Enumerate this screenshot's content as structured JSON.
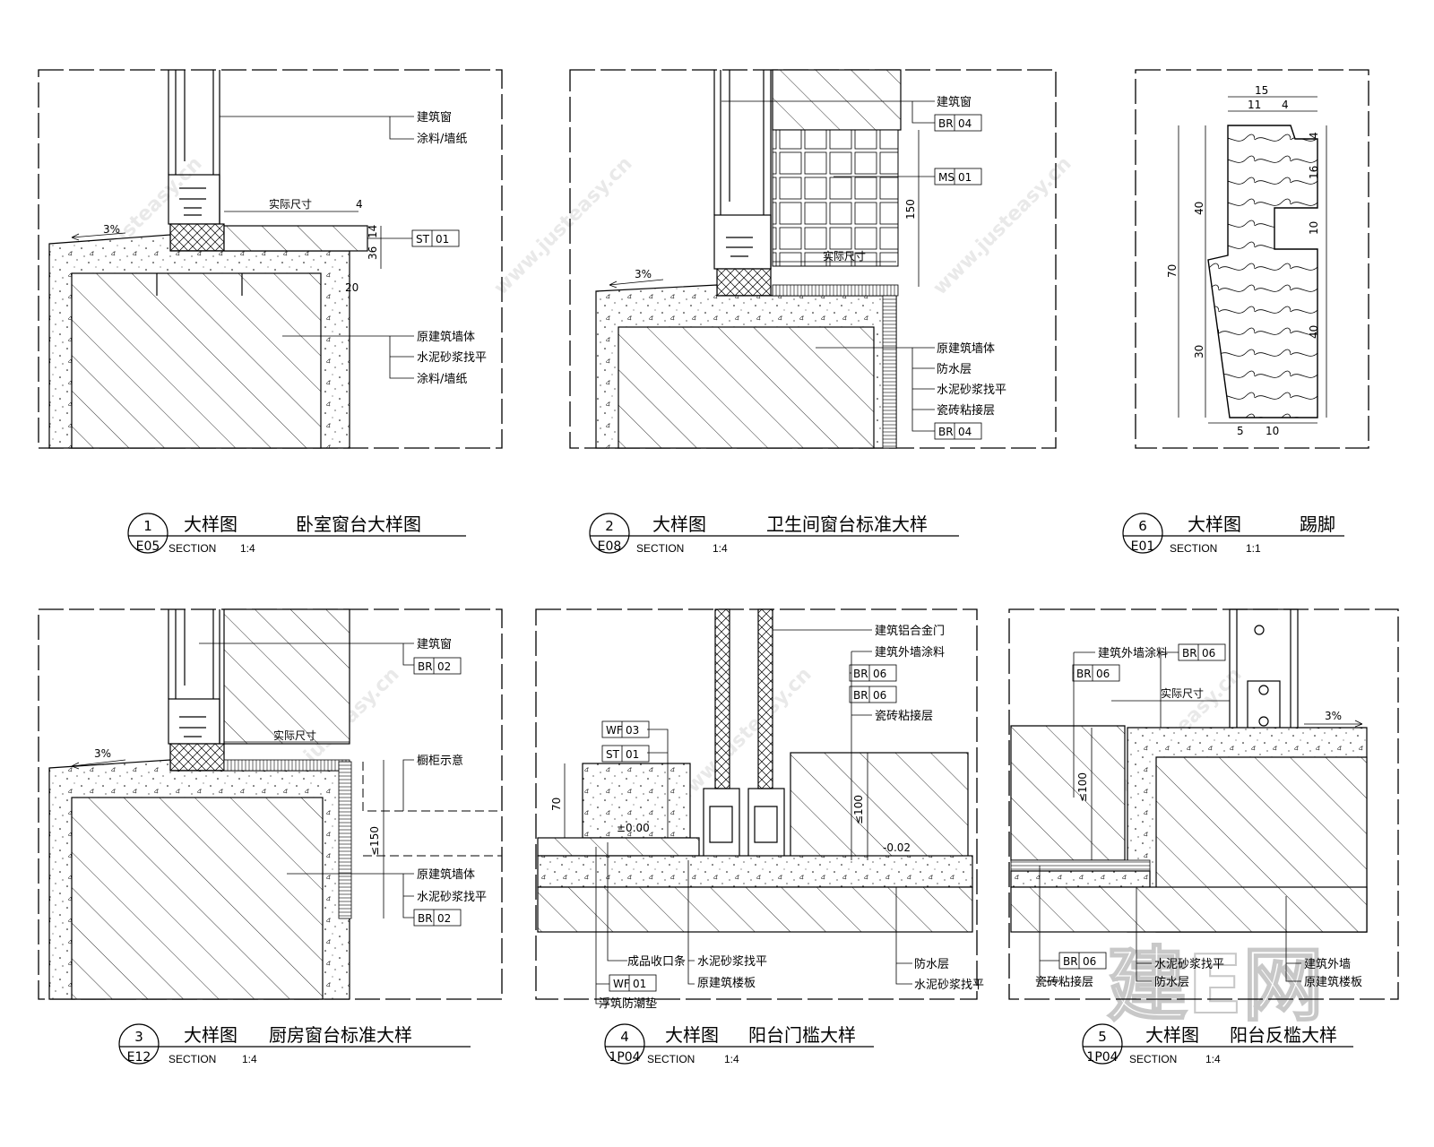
{
  "watermark": {
    "site": "www.justeasy.cn",
    "brand": "建E网"
  },
  "panels": [
    {
      "number": "1",
      "code": "E05",
      "type": "大样图",
      "name": "卧室窗台大样图",
      "section": "SECTION",
      "scale": "1:4",
      "labels": [
        "建筑窗",
        "涂料/墙纸",
        "原建筑墙体",
        "水泥砂浆找平",
        "涂料/墙纸"
      ],
      "tags": [
        {
          "code": "ST",
          "num": "01"
        }
      ],
      "dims": [
        "实际尺寸",
        "3%",
        "4",
        "14",
        "36",
        "20"
      ]
    },
    {
      "number": "2",
      "code": "E08",
      "type": "大样图",
      "name": "卫生间窗台标准大样",
      "section": "SECTION",
      "scale": "1:4",
      "labels": [
        "建筑窗",
        "原建筑墙体",
        "防水层",
        "水泥砂浆找平",
        "瓷砖粘接层"
      ],
      "tags": [
        {
          "code": "BR",
          "num": "04"
        },
        {
          "code": "MS",
          "num": "01"
        },
        {
          "code": "BR",
          "num": "04"
        }
      ],
      "dims": [
        "实际尺寸",
        "3%",
        "150"
      ]
    },
    {
      "number": "6",
      "code": "E01",
      "type": "大样图",
      "name": "踢脚",
      "section": "SECTION",
      "scale": "1:1",
      "dims": [
        "15",
        "11",
        "4",
        "70",
        "40",
        "30",
        "4",
        "16",
        "10",
        "40",
        "5",
        "10"
      ]
    },
    {
      "number": "3",
      "code": "E12",
      "type": "大样图",
      "name": "厨房窗台标准大样",
      "section": "SECTION",
      "scale": "1:4",
      "labels": [
        "建筑窗",
        "橱柜示意",
        "原建筑墙体",
        "水泥砂浆找平"
      ],
      "tags": [
        {
          "code": "BR",
          "num": "02"
        },
        {
          "code": "BR",
          "num": "02"
        }
      ],
      "dims": [
        "实际尺寸",
        "3%",
        "≤150"
      ]
    },
    {
      "number": "4",
      "code": "1P04",
      "type": "大样图",
      "name": "阳台门槛大样",
      "section": "SECTION",
      "scale": "1:4",
      "labels": [
        "建筑铝合金门",
        "建筑外墙涂料",
        "瓷砖粘接层",
        "成品收口条",
        "水泥砂浆找平",
        "原建筑楼板",
        "浮筑防潮垫",
        "防水层",
        "水泥砂浆找平"
      ],
      "tags": [
        {
          "code": "BR",
          "num": "06"
        },
        {
          "code": "BR",
          "num": "06"
        },
        {
          "code": "WF",
          "num": "03"
        },
        {
          "code": "ST",
          "num": "01"
        },
        {
          "code": "WF",
          "num": "01"
        }
      ],
      "dims": [
        "70",
        "±0.00",
        "-0.02",
        "≤100"
      ]
    },
    {
      "number": "5",
      "code": "1P04",
      "type": "大样图",
      "name": "阳台反槛大样",
      "section": "SECTION",
      "scale": "1:4",
      "labels": [
        "建筑外墙涂料",
        "瓷砖粘接层",
        "水泥砂浆找平",
        "防水层",
        "建筑外墙",
        "原建筑楼板"
      ],
      "tags": [
        {
          "code": "BR",
          "num": "06"
        },
        {
          "code": "BR",
          "num": "06"
        },
        {
          "code": "BR",
          "num": "06"
        }
      ],
      "dims": [
        "实际尺寸",
        "3%",
        "≤100"
      ]
    }
  ]
}
